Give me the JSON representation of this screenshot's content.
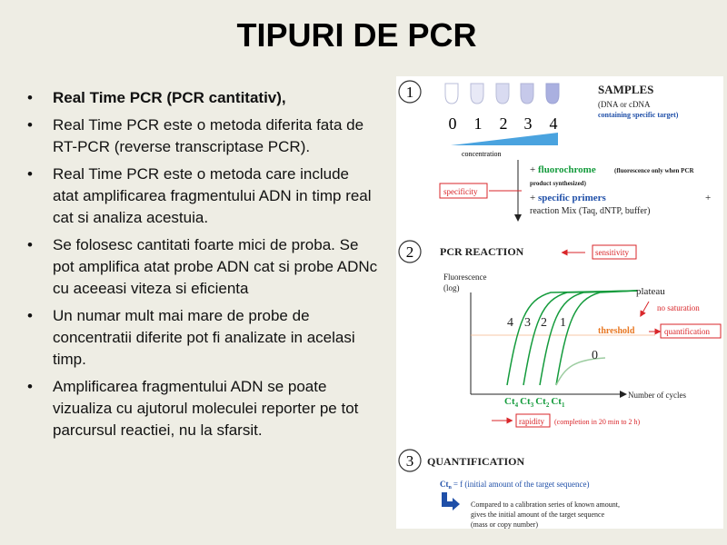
{
  "slide": {
    "title": "TIPURI DE PCR",
    "bullets": [
      "Real Time PCR (PCR cantitativ),",
      " Real Time PCR este o metoda diferita fata de RT-PCR (reverse transcriptase PCR).",
      "Real Time PCR este o metoda care include atat amplificarea fragmentului ADN in timp real cat si analiza acestuia.",
      "Se folosesc cantitati foarte mici de proba. Se pot amplifica atat probe ADN cat si probe ADNc cu aceeasi viteza si eficienta",
      "Un numar mult mai mare de probe de concentratii diferite pot fi analizate in acelasi timp.",
      "Amplificarea fragmentului ADN se poate vizualiza cu ajutorul moleculei reporter pe tot parcursul reactiei, nu la sfarsit."
    ]
  },
  "figure": {
    "step1": {
      "number": "1",
      "title": "SAMPLES",
      "sub_open": "(",
      "sub_dna": "DNA or cDNA",
      "sub_target": "containing specific target)",
      "tube_labels": [
        "0",
        "1",
        "2",
        "3",
        "4"
      ],
      "concentration": "concentration",
      "specificity": "specificity",
      "plus1": "+",
      "fluorochrome": "fluorochrome",
      "fluoro_note": "(fluorescence only when PCR",
      "fluoro_note2": "product synthesized)",
      "plus2": "+",
      "primers": "specific primers",
      "plus3": "+",
      "reaction_mix": "reaction Mix (Taq, dNTP, buffer)"
    },
    "step2": {
      "number": "2",
      "title": "PCR REACTION",
      "sensitivity": "sensitivity",
      "ylabel1": "Fluorescence",
      "ylabel2": "(log)",
      "plateau": "plateau",
      "no_saturation": "no saturation",
      "threshold": "threshold",
      "quantification": "quantification",
      "curve_labels": [
        "4",
        "3",
        "2",
        "1"
      ],
      "zero_label": "0",
      "xlabel": "Number of cycles",
      "ct_labels": [
        "Ct",
        "Ct",
        "Ct",
        "Ct"
      ],
      "ct_subs": [
        "4",
        "3",
        "2",
        "1"
      ],
      "rapidity": "rapidity",
      "rapidity_note": "(completion in 20 min to 2 h)"
    },
    "step3": {
      "number": "3",
      "title": "QUANTIFICATION",
      "ct": "Ct",
      "ct_sub": "n",
      "formula": "= f (initial amount of the target sequence)",
      "note1": "Compared to a calibration series of known amount,",
      "note2": "gives the initial amount of the target sequence",
      "note3": "(mass or copy number)"
    },
    "colors": {
      "red": "#d9262a",
      "green": "#149b3c",
      "blue": "#1f4fa8",
      "orange": "#e87722",
      "tube": "#b9bde4"
    }
  }
}
